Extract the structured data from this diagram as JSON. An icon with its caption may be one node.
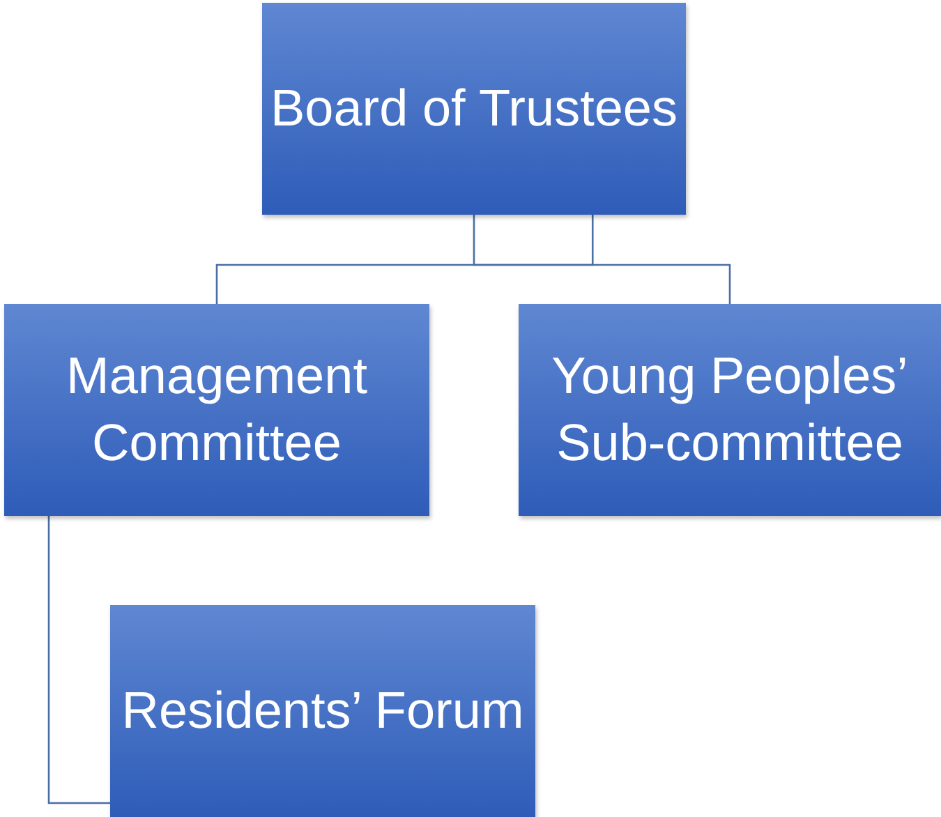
{
  "diagram": {
    "nodes": [
      {
        "text": [
          "Board of Trustees"
        ]
      },
      {
        "text": [
          "Management Committee"
        ]
      },
      {
        "text": [
          "Young Peoples’ Sub-committee"
        ]
      },
      {
        "text": [
          "Residents’ Forum"
        ]
      }
    ],
    "edges": [
      {
        "from": 0,
        "to": 1,
        "arrow": "none"
      },
      {
        "from": 0,
        "to": 2,
        "arrow": "none"
      },
      {
        "from": 1,
        "to": 3,
        "arrow": "none"
      }
    ]
  }
}
